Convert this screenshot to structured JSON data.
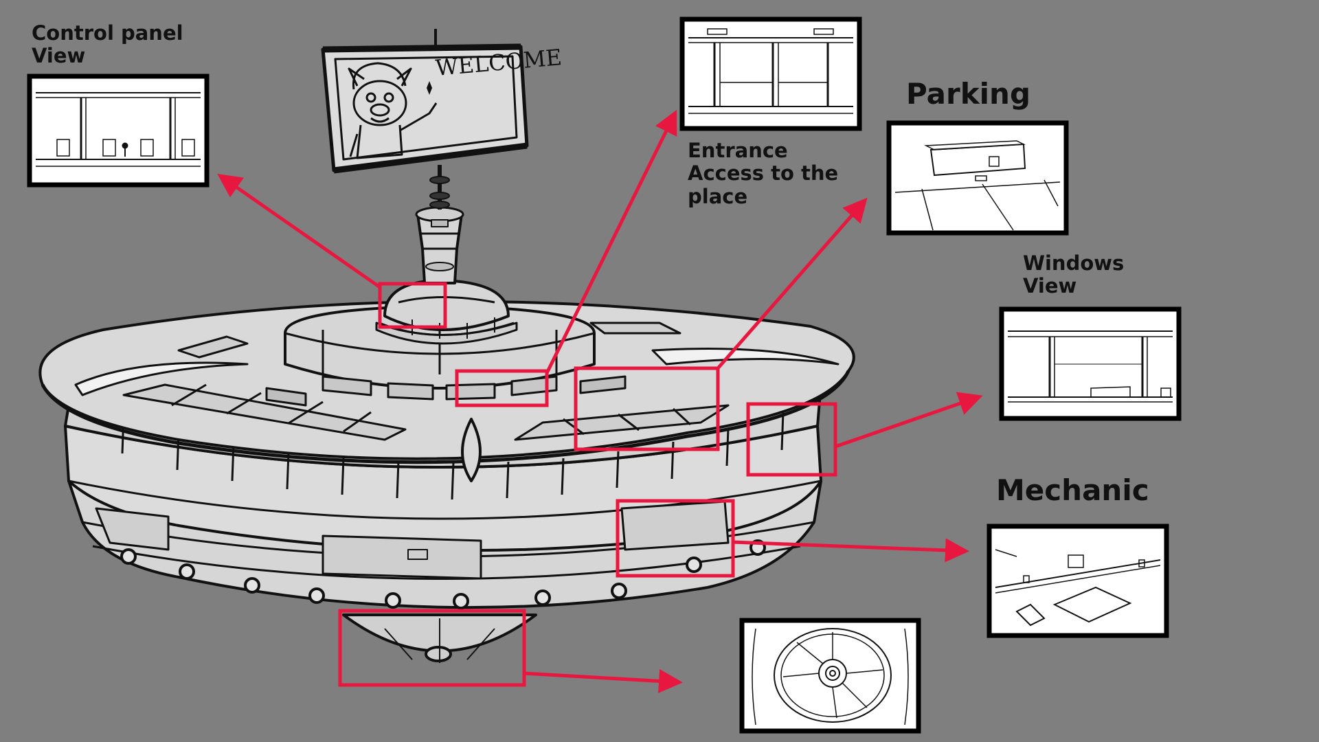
{
  "labels": {
    "control_panel": [
      "Control panel",
      "View"
    ],
    "entrance": [
      "Entrance",
      "Access to the",
      "place"
    ],
    "parking": "Parking",
    "windows": [
      "Windows",
      "View"
    ],
    "mechanic": "Mechanic"
  },
  "sign_text": "WELCOME",
  "colors": {
    "background": "#7f7f7f",
    "highlight": "#e8173f",
    "building_fill": "#d9d9d9",
    "sign_fill": "#dcdcdc",
    "ink": "#111111"
  }
}
